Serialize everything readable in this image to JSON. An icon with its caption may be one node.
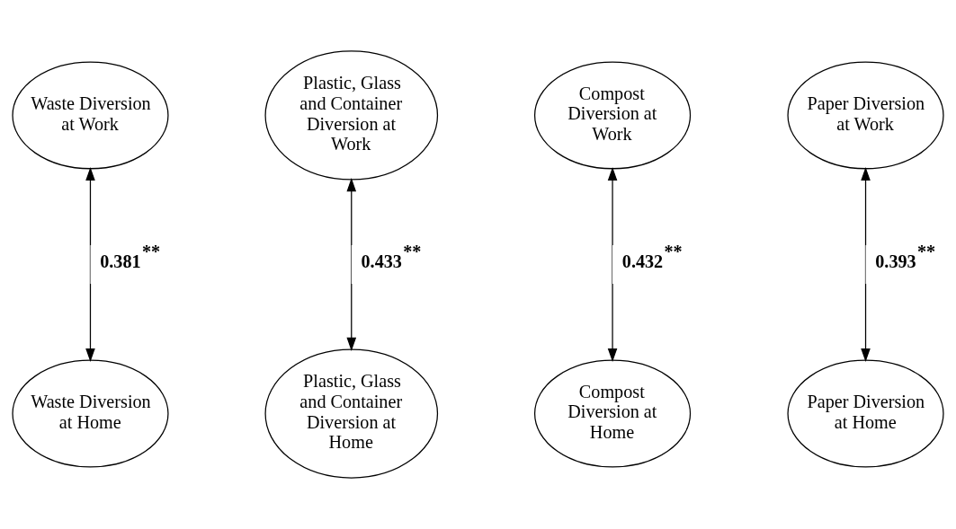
{
  "diagram": {
    "nodes": [
      {
        "text": [
          "Waste Diversion at Work"
        ]
      },
      {
        "text": [
          "Plastic, Glass and Container Diversion at Work"
        ]
      },
      {
        "text": [
          "Compost Diversion at Work"
        ]
      },
      {
        "text": [
          "Paper Diversion at Work"
        ]
      },
      {
        "text": [
          "Waste Diversion at Home"
        ]
      },
      {
        "text": [
          "Plastic, Glass and Container Diversion at Home"
        ]
      },
      {
        "text": [
          "Compost Diversion at Home"
        ]
      },
      {
        "text": [
          "Paper Diversion at Home"
        ]
      }
    ],
    "edges": [
      {
        "from": 0,
        "to": 4,
        "arrow": "both",
        "label": "0.381$^{**}$"
      },
      {
        "from": 1,
        "to": 5,
        "arrow": "both",
        "label": "0.433$^{**}$"
      },
      {
        "from": 2,
        "to": 6,
        "arrow": "both",
        "label": "0.432$^{**}$"
      },
      {
        "from": 3,
        "to": 7,
        "arrow": "both",
        "label": "0.393$^{**}$"
      }
    ]
  }
}
